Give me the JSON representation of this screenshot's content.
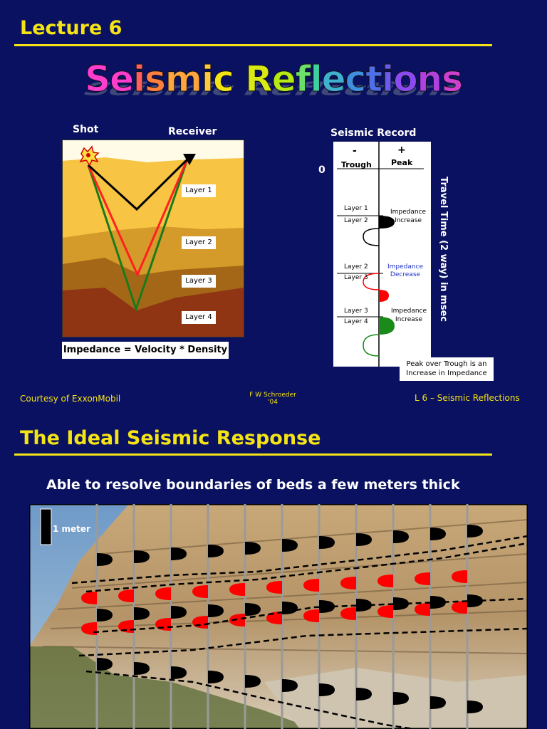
{
  "slide1": {
    "lecture": "Lecture 6",
    "title_letters": [
      "S",
      "e",
      "i",
      "s",
      "m",
      "i",
      "c",
      " ",
      "R",
      "e",
      "f",
      "l",
      "e",
      "c",
      "t",
      "i",
      "o",
      "n",
      "s"
    ],
    "title_colors": [
      "#ff3cd0",
      "#ff3cd0",
      "#ff5f5f",
      "#ff7f3f",
      "#ffa53f",
      "#ffc83f",
      "#f4e415",
      "#ffffff",
      "#d8e915",
      "#b4e915",
      "#6ae06a",
      "#3fd0a0",
      "#3fb0d0",
      "#3f8fe0",
      "#4f6fe8",
      "#6a5af0",
      "#8a4af0",
      "#b040e0",
      "#d040d0"
    ],
    "shot_label": "Shot",
    "receiver_label": "Receiver",
    "layers": [
      "Layer 1",
      "Layer 2",
      "Layer 3",
      "Layer 4"
    ],
    "impedance_eq": "Impedance = Velocity * Density",
    "record_title": "Seismic Record",
    "minus": "-",
    "plus": "+",
    "trough": "Trough",
    "peak": "Peak",
    "zero": "0",
    "travel_time": "Travel Time (2 way) in msec",
    "boundaries": [
      {
        "upper": "Layer 1",
        "lower": "Layer 2",
        "note1": "Impedance",
        "note2": "Increase",
        "color": "#000000",
        "note_color": "#000000"
      },
      {
        "upper": "Layer 2",
        "lower": "Layer 3",
        "note1": "Impedance",
        "note2": "Decrease",
        "color": "#ff0000",
        "note_color": "#2233cc"
      },
      {
        "upper": "Layer 3",
        "lower": "Layer 4",
        "note1": "Impedance",
        "note2": "Increase",
        "color": "#1a8a1a",
        "note_color": "#000000"
      }
    ],
    "peak_note1": "Peak over Trough is an",
    "peak_note2": "Increase in Impedance",
    "footer_left": "Courtesy of ExxonMobil",
    "footer_center1": "F W Schroeder",
    "footer_center2": "'04",
    "footer_right": "L 6 – Seismic Reflections"
  },
  "slide2": {
    "title": "The Ideal Seismic Response",
    "subtitle": "Able to resolve boundaries of beds a few meters thick",
    "scale_label": "1 meter"
  }
}
